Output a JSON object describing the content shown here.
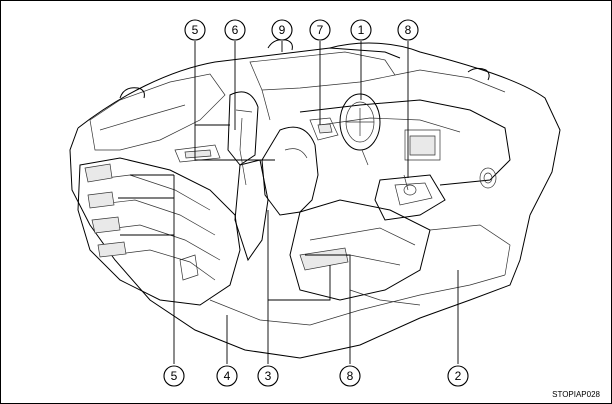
{
  "figure": {
    "code": "STOPIAP028",
    "callouts": [
      "5",
      "6",
      "9",
      "7",
      "1",
      "8",
      "5",
      "4",
      "3",
      "8",
      "2"
    ]
  },
  "colors": {
    "line": "#000000",
    "shade": "#e9e9e9",
    "background": "#ffffff"
  }
}
